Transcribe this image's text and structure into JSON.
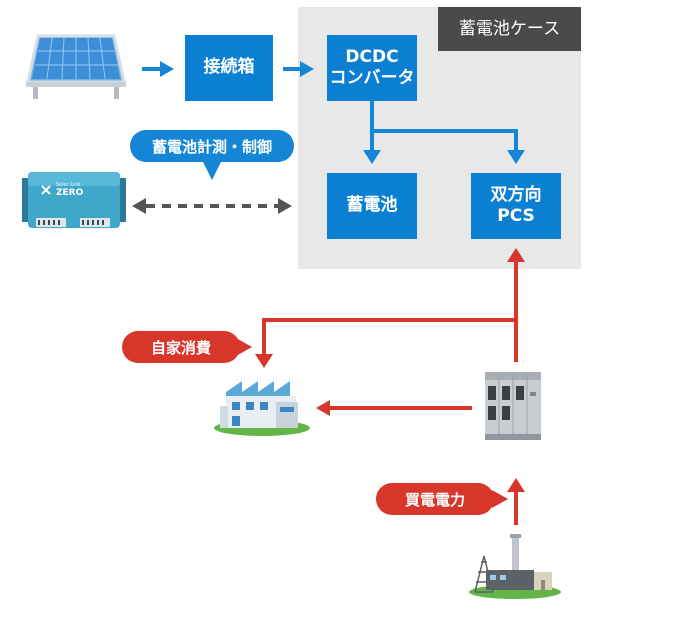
{
  "case": {
    "title": "蓄電池ケース"
  },
  "boxes": {
    "junction": "接続箱",
    "dcdc_line1": "DCDC",
    "dcdc_line2": "コンバータ",
    "battery": "蓄電池",
    "pcs_line1": "双方向",
    "pcs_line2": "PCS"
  },
  "labels": {
    "monitor": "蓄電池計測・制御",
    "self_consumption": "自家消費",
    "purchase": "買電電力"
  },
  "device": {
    "brand_small": "Solar Link",
    "brand": "ZERO"
  },
  "colors": {
    "blue": "#0b7fd1",
    "red": "#d9362b",
    "case_bg": "#e8e8e8",
    "case_title_bg": "#4a4a4a"
  }
}
